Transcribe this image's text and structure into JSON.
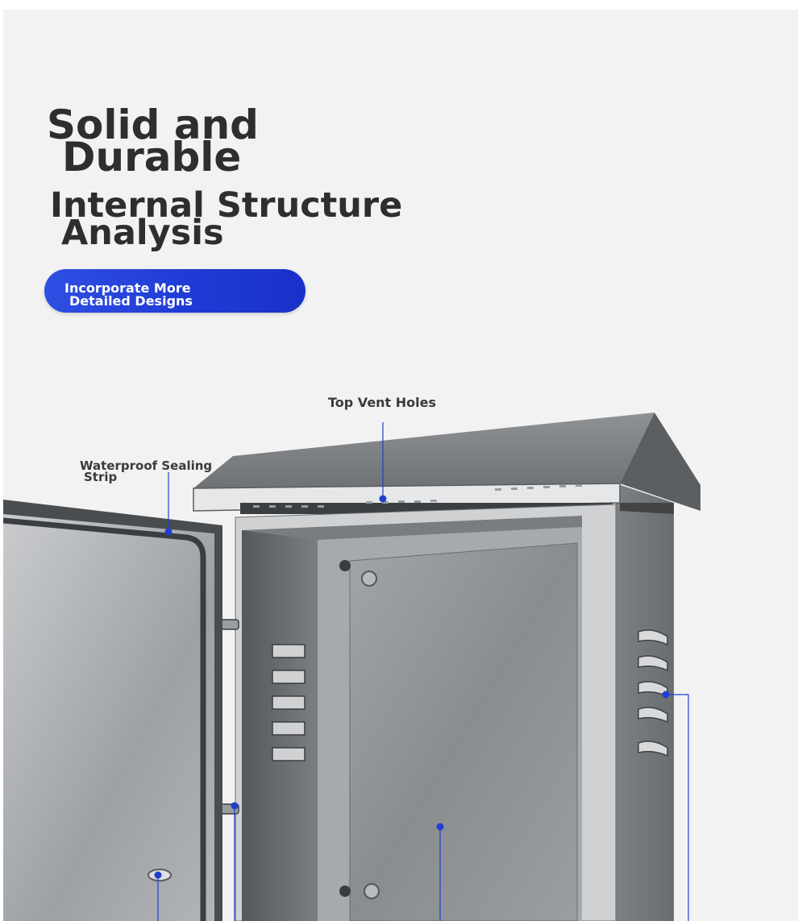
{
  "heading": {
    "line1": "Solid and",
    "line2": "Durable",
    "line3": "Internal Structure",
    "line4": "Analysis"
  },
  "badge": {
    "line1": "Incorporate More",
    "line2": "Detailed Designs",
    "color": "#2a46dd"
  },
  "callouts": {
    "top_vent": "Top Vent Holes",
    "waterproof_line1": "Waterproof Sealing",
    "waterproof_line2": "Strip"
  },
  "colors": {
    "background": "#f2f2f2",
    "heading": "#2e2e2e",
    "marker": "#1f3fd0"
  }
}
